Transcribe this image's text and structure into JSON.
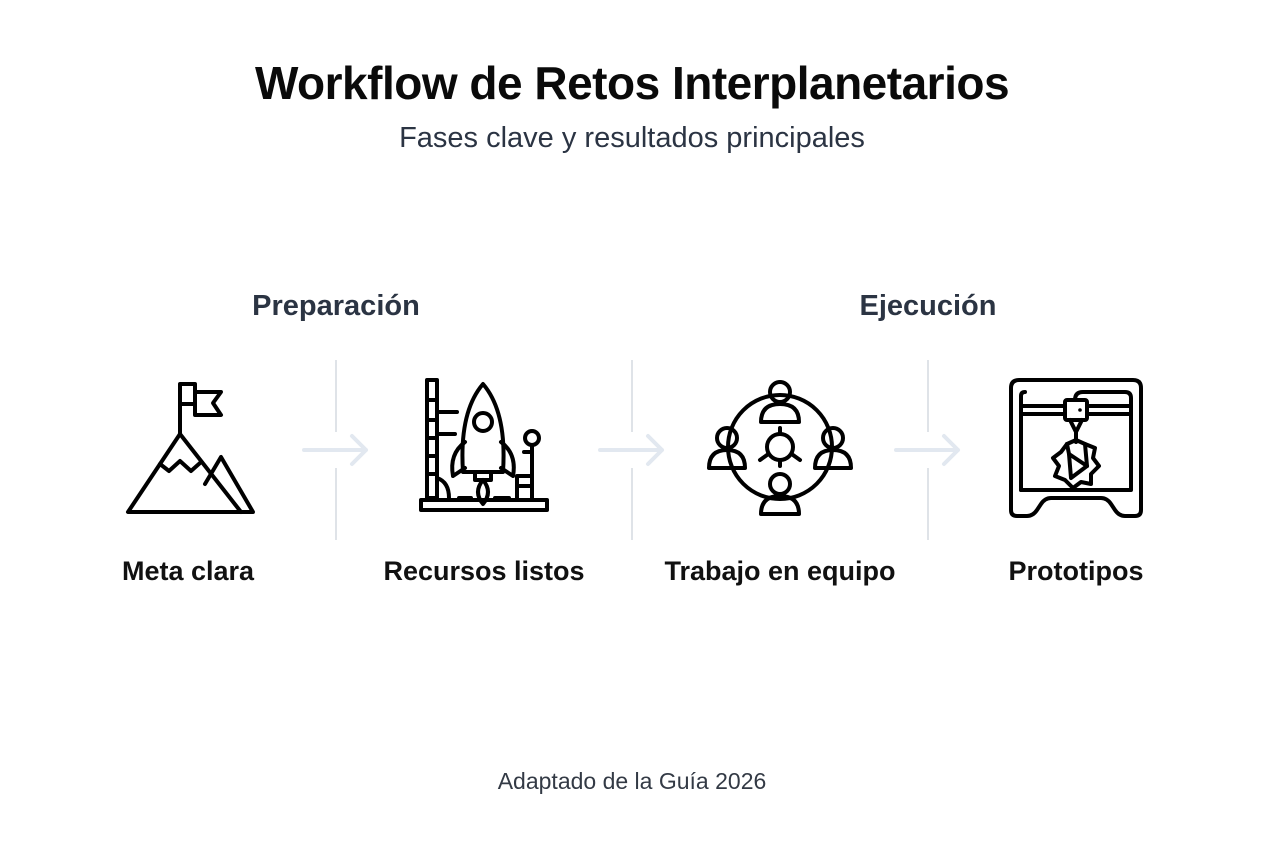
{
  "header": {
    "title": "Workflow de Retos Interplanetarios",
    "subtitle": "Fases clave y resultados principales"
  },
  "phases": [
    {
      "label": "Preparación"
    },
    {
      "label": "Ejecución"
    }
  ],
  "steps": [
    {
      "label": "Meta clara",
      "icon": "mountain-flag-icon"
    },
    {
      "label": "Recursos listos",
      "icon": "rocket-launchpad-icon"
    },
    {
      "label": "Trabajo en equipo",
      "icon": "team-network-icon"
    },
    {
      "label": "Prototipos",
      "icon": "3d-printer-icon"
    }
  ],
  "connectors": [
    {
      "icon": "arrow-right-icon"
    },
    {
      "icon": "arrow-right-icon"
    },
    {
      "icon": "arrow-right-icon"
    }
  ],
  "footer": {
    "source": "Adaptado de la Guía 2026"
  },
  "colors": {
    "title": "#0a0a0a",
    "subtitle": "#2b3443",
    "divider": "#dfe3e8",
    "arrow": "#e2e8f0",
    "icon_stroke": "#000000"
  }
}
